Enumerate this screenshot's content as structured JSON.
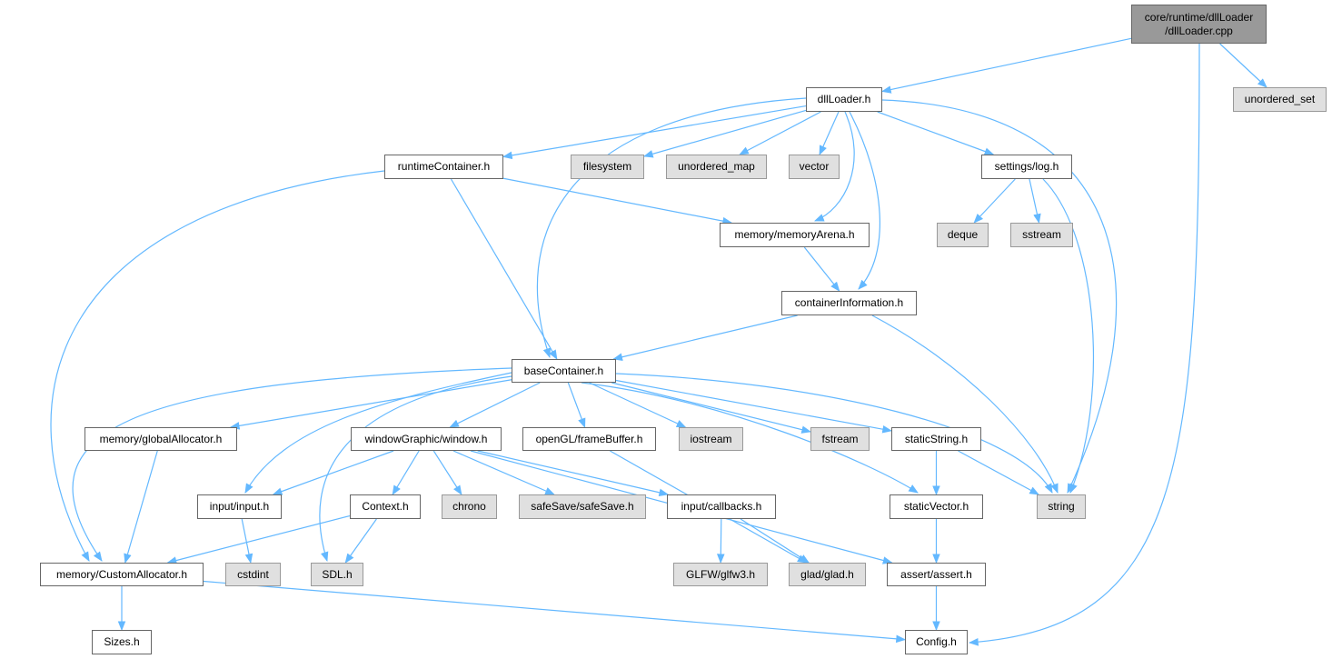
{
  "graph": {
    "colors": {
      "edge": "#63b8ff",
      "root_fill": "#999999",
      "external_fill": "#e0e0e0",
      "internal_fill": "#ffffff"
    },
    "nodes": [
      {
        "id": "root",
        "label": "core/runtime/dllLoader\n/dllLoader.cpp",
        "kind": "root"
      },
      {
        "id": "dllLoader",
        "label": "dllLoader.h",
        "kind": "internal"
      },
      {
        "id": "unordered_set",
        "label": "unordered_set",
        "kind": "external"
      },
      {
        "id": "runtimeContainer",
        "label": "runtimeContainer.h",
        "kind": "internal"
      },
      {
        "id": "filesystem",
        "label": "filesystem",
        "kind": "external"
      },
      {
        "id": "unordered_map",
        "label": "unordered_map",
        "kind": "external"
      },
      {
        "id": "vector",
        "label": "vector",
        "kind": "external"
      },
      {
        "id": "settingsLog",
        "label": "settings/log.h",
        "kind": "internal"
      },
      {
        "id": "memoryArena",
        "label": "memory/memoryArena.h",
        "kind": "internal"
      },
      {
        "id": "deque",
        "label": "deque",
        "kind": "external"
      },
      {
        "id": "sstream",
        "label": "sstream",
        "kind": "external"
      },
      {
        "id": "containerInformation",
        "label": "containerInformation.h",
        "kind": "internal"
      },
      {
        "id": "baseContainer",
        "label": "baseContainer.h",
        "kind": "internal"
      },
      {
        "id": "globalAllocator",
        "label": "memory/globalAllocator.h",
        "kind": "internal"
      },
      {
        "id": "window",
        "label": "windowGraphic/window.h",
        "kind": "internal"
      },
      {
        "id": "frameBuffer",
        "label": "openGL/frameBuffer.h",
        "kind": "internal"
      },
      {
        "id": "iostream",
        "label": "iostream",
        "kind": "external"
      },
      {
        "id": "fstream",
        "label": "fstream",
        "kind": "external"
      },
      {
        "id": "staticString",
        "label": "staticString.h",
        "kind": "internal"
      },
      {
        "id": "input",
        "label": "input/input.h",
        "kind": "internal"
      },
      {
        "id": "Context",
        "label": "Context.h",
        "kind": "internal"
      },
      {
        "id": "chrono",
        "label": "chrono",
        "kind": "external"
      },
      {
        "id": "safeSave",
        "label": "safeSave/safeSave.h",
        "kind": "external"
      },
      {
        "id": "callbacks",
        "label": "input/callbacks.h",
        "kind": "internal"
      },
      {
        "id": "staticVector",
        "label": "staticVector.h",
        "kind": "internal"
      },
      {
        "id": "string",
        "label": "string",
        "kind": "external"
      },
      {
        "id": "CustomAllocator",
        "label": "memory/CustomAllocator.h",
        "kind": "internal"
      },
      {
        "id": "cstdint",
        "label": "cstdint",
        "kind": "external"
      },
      {
        "id": "SDL",
        "label": "SDL.h",
        "kind": "external"
      },
      {
        "id": "GLFW",
        "label": "GLFW/glfw3.h",
        "kind": "external"
      },
      {
        "id": "glad",
        "label": "glad/glad.h",
        "kind": "external"
      },
      {
        "id": "assert",
        "label": "assert/assert.h",
        "kind": "internal"
      },
      {
        "id": "Sizes",
        "label": "Sizes.h",
        "kind": "internal"
      },
      {
        "id": "Config",
        "label": "Config.h",
        "kind": "internal"
      }
    ],
    "edges": [
      [
        "root",
        "dllLoader"
      ],
      [
        "root",
        "unordered_set"
      ],
      [
        "root",
        "Config"
      ],
      [
        "dllLoader",
        "runtimeContainer"
      ],
      [
        "dllLoader",
        "filesystem"
      ],
      [
        "dllLoader",
        "unordered_map"
      ],
      [
        "dllLoader",
        "vector"
      ],
      [
        "dllLoader",
        "memoryArena"
      ],
      [
        "dllLoader",
        "containerInformation"
      ],
      [
        "dllLoader",
        "baseContainer"
      ],
      [
        "dllLoader",
        "settingsLog"
      ],
      [
        "dllLoader",
        "string"
      ],
      [
        "runtimeContainer",
        "memoryArena"
      ],
      [
        "runtimeContainer",
        "baseContainer"
      ],
      [
        "runtimeContainer",
        "CustomAllocator"
      ],
      [
        "settingsLog",
        "deque"
      ],
      [
        "settingsLog",
        "sstream"
      ],
      [
        "settingsLog",
        "string"
      ],
      [
        "memoryArena",
        "containerInformation"
      ],
      [
        "containerInformation",
        "baseContainer"
      ],
      [
        "containerInformation",
        "string"
      ],
      [
        "baseContainer",
        "CustomAllocator"
      ],
      [
        "baseContainer",
        "globalAllocator"
      ],
      [
        "baseContainer",
        "input"
      ],
      [
        "baseContainer",
        "SDL"
      ],
      [
        "baseContainer",
        "window"
      ],
      [
        "baseContainer",
        "frameBuffer"
      ],
      [
        "baseContainer",
        "iostream"
      ],
      [
        "baseContainer",
        "fstream"
      ],
      [
        "baseContainer",
        "staticString"
      ],
      [
        "baseContainer",
        "staticVector"
      ],
      [
        "baseContainer",
        "string"
      ],
      [
        "globalAllocator",
        "CustomAllocator"
      ],
      [
        "window",
        "input"
      ],
      [
        "window",
        "Context"
      ],
      [
        "window",
        "chrono"
      ],
      [
        "window",
        "safeSave"
      ],
      [
        "window",
        "callbacks"
      ],
      [
        "window",
        "assert"
      ],
      [
        "frameBuffer",
        "glad"
      ],
      [
        "input",
        "cstdint"
      ],
      [
        "Context",
        "CustomAllocator"
      ],
      [
        "Context",
        "SDL"
      ],
      [
        "callbacks",
        "GLFW"
      ],
      [
        "callbacks",
        "glad"
      ],
      [
        "staticString",
        "staticVector"
      ],
      [
        "staticString",
        "string"
      ],
      [
        "staticVector",
        "assert"
      ],
      [
        "assert",
        "Config"
      ],
      [
        "CustomAllocator",
        "Sizes"
      ],
      [
        "CustomAllocator",
        "Config"
      ]
    ]
  }
}
